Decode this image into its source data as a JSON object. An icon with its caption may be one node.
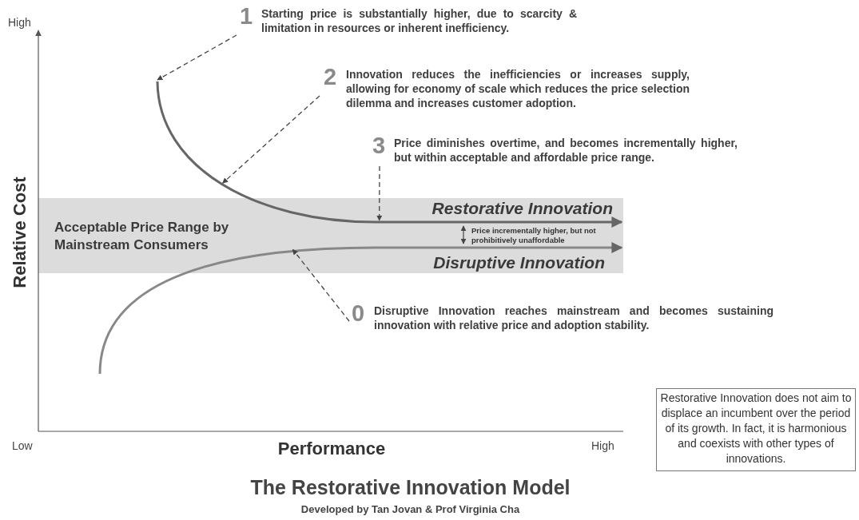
{
  "diagram": {
    "title": "The Restorative Innovation Model",
    "caption": "Developed by Tan Jovan & Prof Virginia Cha",
    "nodes": [
      {
        "text": [
          "Acceptable Price Range by Mainstream Consumers"
        ]
      },
      {
        "text": [
          "1",
          "Starting price is substantially higher, due to scarcity & limitation in resources or inherent inefficiency."
        ]
      },
      {
        "text": [
          "2",
          "Innovation reduces the inefficiencies or increases supply, allowing for economy of scale which reduces the price selection dilemma and increases customer adoption."
        ]
      },
      {
        "text": [
          "3",
          "Price diminishes overtime, and becomes incrementally higher, but within acceptable and affordable price range."
        ]
      },
      {
        "text": [
          "0",
          "Disruptive Innovation reaches mainstream and becomes sustaining innovation with relative price and adoption stability."
        ]
      },
      {
        "text": [
          "Restorative Innovation does not aim to displace an incumbent over the period of its growth. In fact, it is harmonious and coexists with other types of innovations."
        ]
      },
      {
        "text": [],
        "shape": "curve"
      },
      {
        "text": [],
        "shape": "curve"
      }
    ],
    "edges": [
      {
        "from": 1,
        "to": 6,
        "arrow": "to",
        "style": "dashed"
      },
      {
        "from": 2,
        "to": 6,
        "arrow": "to",
        "style": "dashed"
      },
      {
        "from": 3,
        "to": 6,
        "arrow": "to",
        "style": "dashed"
      },
      {
        "from": 4,
        "to": 7,
        "arrow": "to",
        "style": "dashed"
      }
    ],
    "labels": [
      "High",
      "Relative Cost",
      "Restorative Innovation",
      "Price incrementally higher, but not prohibitively unaffordable",
      "Disruptive Innovation",
      "Low",
      "Performance",
      "High"
    ]
  }
}
